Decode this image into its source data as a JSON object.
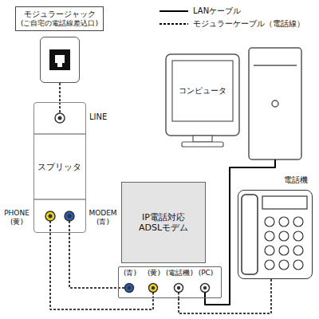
{
  "diagram": {
    "nodes": [
      {
        "text": [
          "モジュラージャック",
          "(ご自宅の電話線差込口)"
        ]
      },
      {
        "text": [
          "コンピュータ"
        ]
      },
      {
        "text": [
          "スプリッタ"
        ]
      },
      {
        "text": [
          "IP電話対応 ADSLモデム"
        ]
      },
      {
        "text": [
          "(青)",
          "(黄)",
          "(電話機)",
          "(PC)"
        ]
      },
      {
        "text": [
          "電話機"
        ]
      }
    ],
    "edges": [
      {
        "from": 0,
        "to": 2,
        "arrow": "none"
      },
      {
        "from": 2,
        "to": 4,
        "arrow": "none"
      },
      {
        "from": 2,
        "to": 4,
        "arrow": "none"
      },
      {
        "from": 4,
        "to": 5,
        "arrow": "none"
      },
      {
        "from": 4,
        "to": 1,
        "arrow": "none"
      }
    ],
    "labels": [
      "LINE",
      "PHONE (黄)",
      "MODEM (青)"
    ],
    "legend": [
      {
        "text": "LANケーブル"
      },
      {
        "text": "モジュラーケーブル（電話線）"
      }
    ]
  }
}
